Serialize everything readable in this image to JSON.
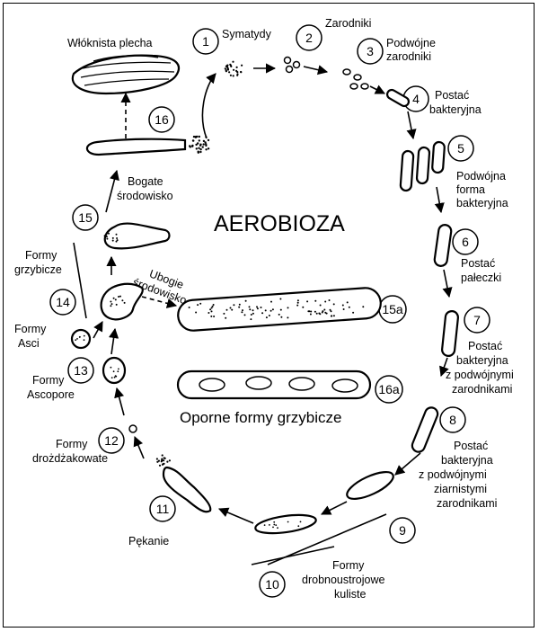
{
  "title": "AEROBIOZA",
  "subtitle": "Oporne formy grzybicze",
  "stages": [
    {
      "num": "1",
      "label": [
        "Symatydy"
      ]
    },
    {
      "num": "2",
      "label": [
        "Zarodniki"
      ]
    },
    {
      "num": "3",
      "label": [
        "Podwójne",
        "zarodniki"
      ]
    },
    {
      "num": "4",
      "label": [
        "Postać",
        "bakteryjna"
      ]
    },
    {
      "num": "5",
      "label": [
        "Podwójna",
        "forma",
        "bakteryjna"
      ]
    },
    {
      "num": "6",
      "label": [
        "Postać",
        "pałeczki"
      ]
    },
    {
      "num": "7",
      "label": [
        "Postać",
        "bakteryjna",
        "z podwójnymi",
        "zarodnikami"
      ]
    },
    {
      "num": "8",
      "label": [
        "Postać",
        "bakteryjna",
        "z podwójnymi",
        "ziarnistymi",
        "zarodnikami"
      ]
    },
    {
      "num": "9",
      "label": []
    },
    {
      "num": "10",
      "label": [
        "Formy",
        "drobnoustrojowe",
        "kuliste"
      ]
    },
    {
      "num": "11",
      "label": [
        "Pękanie"
      ]
    },
    {
      "num": "12",
      "label": [
        "Formy",
        "drożdżakowate"
      ]
    },
    {
      "num": "13",
      "label": [
        "Formy",
        "Ascopore"
      ]
    },
    {
      "num": "14",
      "label": [
        "Formy",
        "Asci"
      ]
    },
    {
      "num": "15",
      "label": [
        "Formy",
        "grzybicze"
      ]
    },
    {
      "num": "16",
      "label": [
        "Włóknista plecha"
      ]
    },
    {
      "num": "15a",
      "label": []
    },
    {
      "num": "16a",
      "label": []
    }
  ],
  "notes": {
    "rich_env": [
      "Bogate",
      "środowisko"
    ],
    "poor_env": [
      "Ubogie",
      "środowisko"
    ]
  },
  "colors": {
    "ink": "#000000",
    "background": "#ffffff"
  }
}
